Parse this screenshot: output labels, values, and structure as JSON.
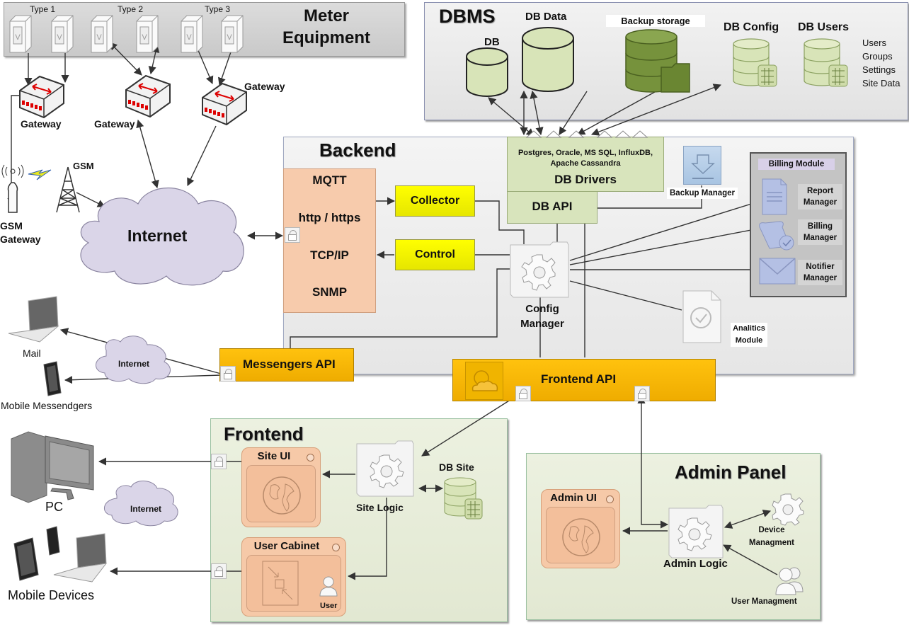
{
  "meter_equipment": {
    "title_line1": "Meter",
    "title_line2": "Equipment",
    "types": [
      "Type 1",
      "Type 2",
      "Type 3"
    ],
    "meter_icon": "meter-device-icon",
    "gateway_label": "Gateway",
    "gateway_icon": "gateway-switch-icon"
  },
  "gsm": {
    "gateway_label_line1": "GSM",
    "gateway_label_line2": "Gateway",
    "tower_label": "GSM",
    "antenna_icon": "antenna-icon",
    "tower_icon": "cell-tower-icon",
    "lightning_icon": "lightning-icon"
  },
  "internet_main": {
    "label": "Internet",
    "icon": "cloud-icon"
  },
  "dbms": {
    "title": "DBMS",
    "db": "DB",
    "db_data": "DB Data",
    "backup_storage": "Backup storage",
    "db_config": "DB Config",
    "db_users": "DB Users",
    "db_users_contents": [
      "Users",
      "Groups",
      "Settings",
      "Site Data"
    ]
  },
  "backend": {
    "title": "Backend",
    "protocols": [
      "MQTT",
      "http / https",
      "TCP/IP",
      "SNMP"
    ],
    "collector": "Collector",
    "control": "Control",
    "db_drivers_list_line1": "Postgres, Oracle, MS SQL, InfluxDB,",
    "db_drivers_list_line2": "Apache Cassandra",
    "db_drivers": "DB Drivers",
    "db_api": "DB API",
    "backup_manager": "Backup Manager",
    "config_manager_line1": "Config",
    "config_manager_line2": "Manager",
    "analytics_line1": "Analitics",
    "analytics_line2": "Module",
    "billing_module": {
      "title": "Billing Module",
      "items": [
        {
          "line1": "Report",
          "line2": "Manager",
          "icon": "document-icon"
        },
        {
          "line1": "Billing",
          "line2": "Manager",
          "icon": "scroll-check-icon"
        },
        {
          "line1": "Notifier",
          "line2": "Manager",
          "icon": "envelope-icon"
        }
      ]
    }
  },
  "messengers": {
    "api": "Messengers API",
    "internet": "Internet",
    "mail": "Mail",
    "mobile": "Mobile Messendgers"
  },
  "frontend_api": {
    "label": "Frontend API"
  },
  "frontend": {
    "title": "Frontend",
    "site_ui": "Site UI",
    "user_cabinet": "User Cabinet",
    "user": "User",
    "site_logic": "Site Logic",
    "db_site": "DB Site"
  },
  "clients": {
    "pc": "PC",
    "internet": "Internet",
    "mobile_devices": "Mobile Devices"
  },
  "admin_panel": {
    "title": "Admin Panel",
    "admin_ui": "Admin UI",
    "admin_logic": "Admin Logic",
    "device_mgmt_line1": "Device",
    "device_mgmt_line2": "Managment",
    "user_mgmt": "User Managment"
  },
  "colors": {
    "db_green": "#d8e4b8",
    "backup_green": "#76923c",
    "protocol_orange": "#f7cbac",
    "collector_yellow": "#ffff00",
    "api_orange": "#ffc000",
    "billing_purple": "#b4c0e4",
    "cloud_lavender": "#dcd6e8",
    "panel_green": "#ebf0df"
  }
}
